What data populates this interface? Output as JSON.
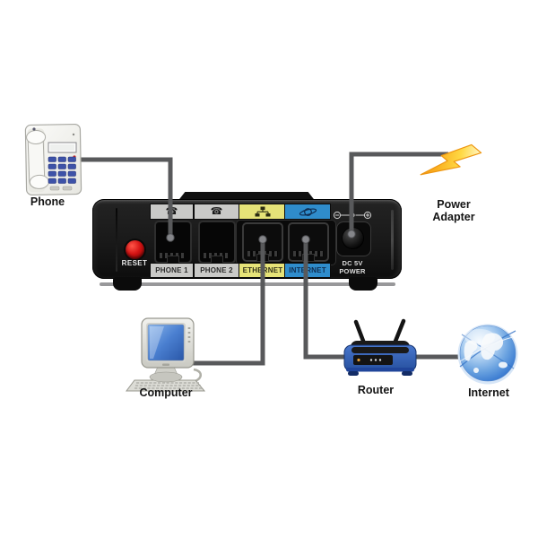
{
  "nodes": {
    "phone": {
      "label": "Phone",
      "icon": "desk-phone-icon"
    },
    "power_adapter": {
      "label": "Power Adapter",
      "icon": "lightning-bolt-icon"
    },
    "computer": {
      "label": "Computer",
      "icon": "desktop-computer-icon"
    },
    "router": {
      "label": "Router",
      "icon": "wireless-router-icon"
    },
    "internet": {
      "label": "Internet",
      "icon": "internet-globe-icon"
    }
  },
  "adapter": {
    "reset_label": "RESET",
    "ports": [
      {
        "id": "phone1",
        "label": "PHONE 1",
        "icon": "telephone-icon",
        "icon_glyph": "☎",
        "strip_color": "#c9c9c7"
      },
      {
        "id": "phone2",
        "label": "PHONE 2",
        "icon": "telephone-icon",
        "icon_glyph": "☎",
        "strip_color": "#c9c9c7"
      },
      {
        "id": "ethernet",
        "label": "ETHERNET",
        "icon": "ethernet-network-icon",
        "strip_color": "#e6e378"
      },
      {
        "id": "internet",
        "label": "INTERNET",
        "icon": "saturn-globe-icon",
        "strip_color": "#2f8ccb"
      }
    ],
    "dc_power": {
      "line1": "DC 5V",
      "line2": "POWER",
      "polarity": "center-positive"
    }
  },
  "connections": [
    {
      "from": "phone",
      "to": "phone1-port"
    },
    {
      "from": "power-adapter",
      "to": "dc-power-jack"
    },
    {
      "from": "computer",
      "to": "ethernet-port"
    },
    {
      "from": "router",
      "to": "internet-port"
    },
    {
      "from": "internet-globe",
      "to": "router"
    }
  ],
  "colors": {
    "background": "#ffffff",
    "wire": "#58595b",
    "device_body": "#1a1a1a",
    "reset_button": "#cc1111",
    "phone_strip": "#c9c9c7",
    "ethernet_accent": "#e6e378",
    "internet_accent": "#2f8ccb"
  }
}
